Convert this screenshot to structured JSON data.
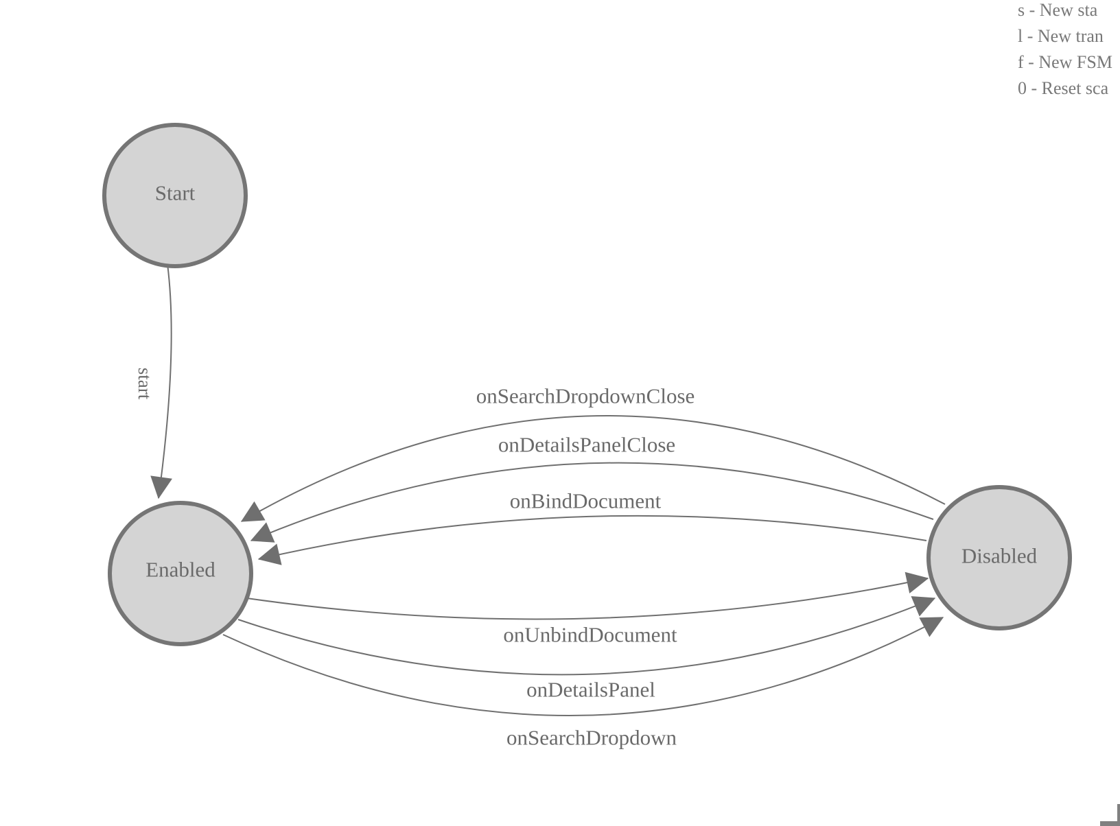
{
  "diagram": {
    "nodes": [
      {
        "id": "start",
        "label": "Start"
      },
      {
        "id": "enabled",
        "label": "Enabled"
      },
      {
        "id": "disabled",
        "label": "Disabled"
      }
    ],
    "transitions": [
      {
        "label": "start",
        "from": "Start",
        "to": "Enabled"
      },
      {
        "label": "onSearchDropdownClose",
        "from": "Disabled",
        "to": "Enabled"
      },
      {
        "label": "onDetailsPanelClose",
        "from": "Disabled",
        "to": "Enabled"
      },
      {
        "label": "onBindDocument",
        "from": "Disabled",
        "to": "Enabled"
      },
      {
        "label": "onUnbindDocument",
        "from": "Enabled",
        "to": "Disabled"
      },
      {
        "label": "onDetailsPanel",
        "from": "Enabled",
        "to": "Disabled"
      },
      {
        "label": "onSearchDropdown",
        "from": "Enabled",
        "to": "Disabled"
      }
    ]
  },
  "help": {
    "lines": [
      "s - New sta",
      "l - New tran",
      "f - New FSM",
      "0 - Reset sca"
    ]
  },
  "colors": {
    "background": "#ffffff",
    "node_fill": "#d4d4d4",
    "node_stroke": "#757575",
    "edge_stroke": "#6f6f6f",
    "node_label": "#6a6a6a",
    "edge_label": "#6a6a6a",
    "help_text": "#787878",
    "corner": "#808080"
  }
}
